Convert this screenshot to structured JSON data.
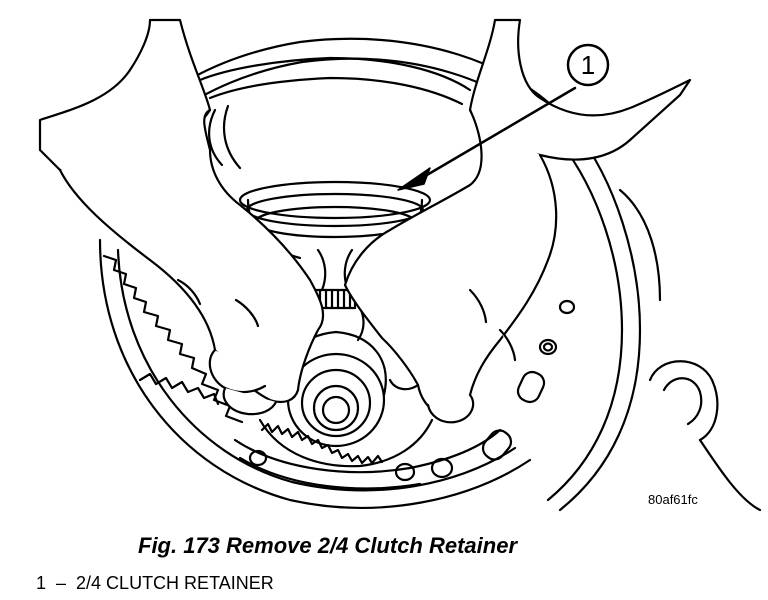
{
  "figure": {
    "callout_number": "1",
    "image_code": "80af61fc"
  },
  "caption": {
    "title": "Fig. 173 Remove 2/4 Clutch Retainer"
  },
  "legend": {
    "items": [
      {
        "number": "1",
        "dash": "–",
        "label": "2/4 CLUTCH RETAINER"
      }
    ]
  }
}
